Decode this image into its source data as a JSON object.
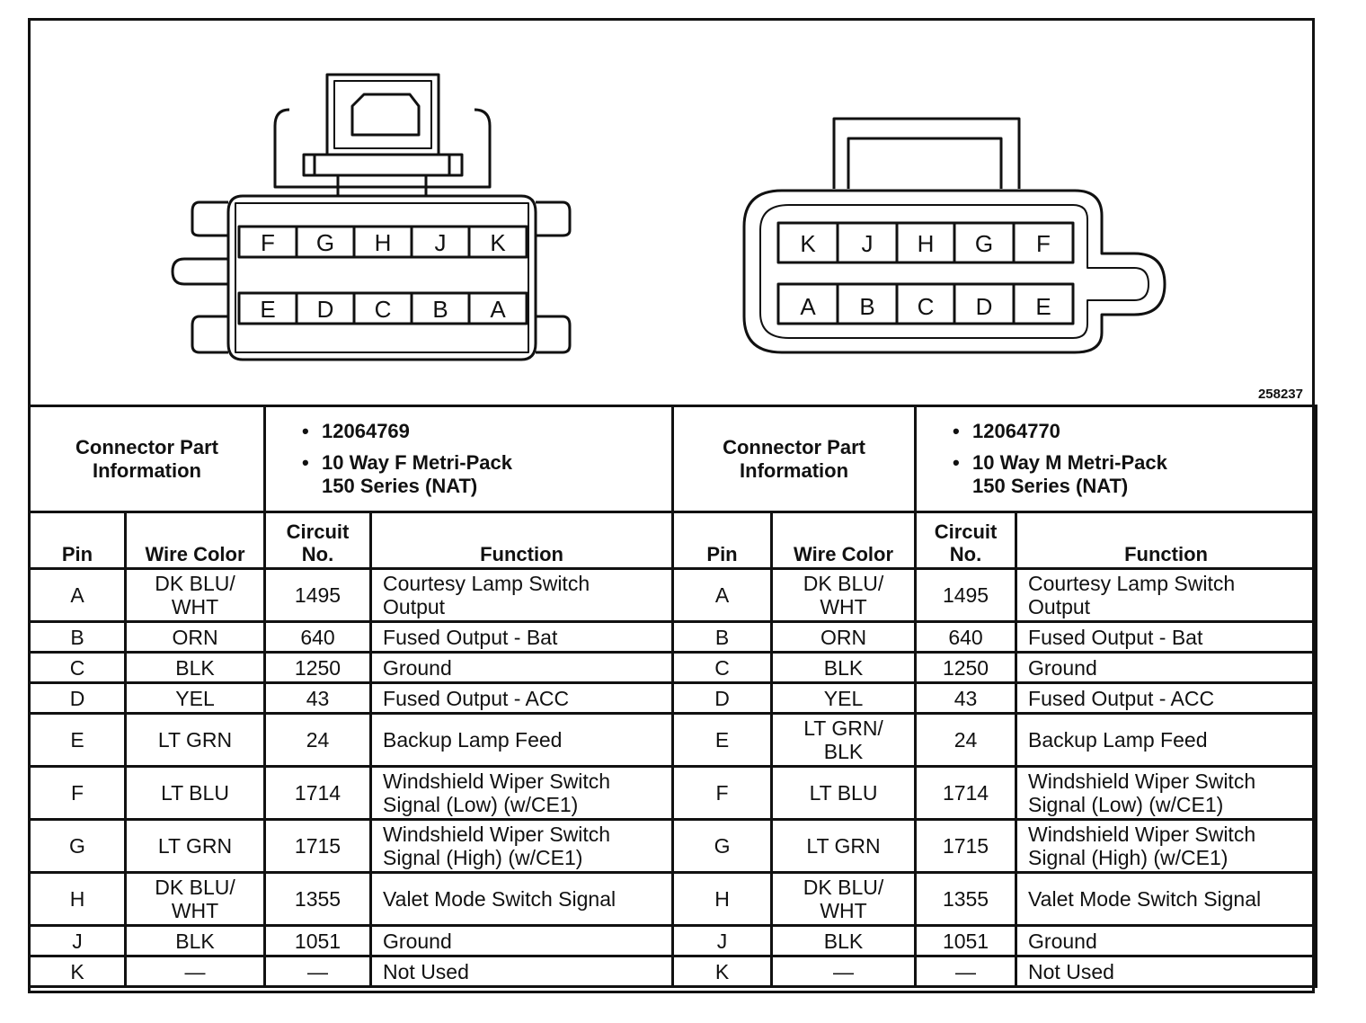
{
  "figure_number": "258237",
  "left_connector": {
    "top_row_pins": [
      "F",
      "G",
      "H",
      "J",
      "K"
    ],
    "bottom_row_pins": [
      "E",
      "D",
      "C",
      "B",
      "A"
    ]
  },
  "right_connector": {
    "top_row_pins": [
      "K",
      "J",
      "H",
      "G",
      "F"
    ],
    "bottom_row_pins": [
      "A",
      "B",
      "C",
      "D",
      "E"
    ]
  },
  "table": {
    "part_info_label_line1": "Connector Part",
    "part_info_label_line2": "Information",
    "left": {
      "part_number": "12064769",
      "description_line1": "10 Way F Metri-Pack",
      "description_line2": "150 Series (NAT)"
    },
    "right": {
      "part_number": "12064770",
      "description_line1": "10 Way M Metri-Pack",
      "description_line2": "150 Series (NAT)"
    },
    "columns": {
      "pin": "Pin",
      "wire_color": "Wire Color",
      "circuit_line1": "Circuit",
      "circuit_line2": "No.",
      "function": "Function"
    },
    "left_rows": [
      {
        "pin": "A",
        "wire1": "DK BLU/",
        "wire2": "WHT",
        "circuit": "1495",
        "func1": "Courtesy Lamp Switch",
        "func2": "Output"
      },
      {
        "pin": "B",
        "wire1": "ORN",
        "wire2": "",
        "circuit": "640",
        "func1": "Fused Output - Bat",
        "func2": ""
      },
      {
        "pin": "C",
        "wire1": "BLK",
        "wire2": "",
        "circuit": "1250",
        "func1": "Ground",
        "func2": ""
      },
      {
        "pin": "D",
        "wire1": "YEL",
        "wire2": "",
        "circuit": "43",
        "func1": "Fused Output - ACC",
        "func2": ""
      },
      {
        "pin": "E",
        "wire1": "LT GRN",
        "wire2": "",
        "circuit": "24",
        "func1": "Backup Lamp Feed",
        "func2": ""
      },
      {
        "pin": "F",
        "wire1": "LT BLU",
        "wire2": "",
        "circuit": "1714",
        "func1": "Windshield Wiper Switch",
        "func2": "Signal (Low) (w/CE1)"
      },
      {
        "pin": "G",
        "wire1": "LT GRN",
        "wire2": "",
        "circuit": "1715",
        "func1": "Windshield Wiper Switch",
        "func2": "Signal (High) (w/CE1)"
      },
      {
        "pin": "H",
        "wire1": "DK BLU/",
        "wire2": "WHT",
        "circuit": "1355",
        "func1": "Valet Mode Switch Signal",
        "func2": ""
      },
      {
        "pin": "J",
        "wire1": "BLK",
        "wire2": "",
        "circuit": "1051",
        "func1": "Ground",
        "func2": ""
      },
      {
        "pin": "K",
        "wire1": "—",
        "wire2": "",
        "circuit": "—",
        "func1": "Not Used",
        "func2": ""
      }
    ],
    "right_rows": [
      {
        "pin": "A",
        "wire1": "DK BLU/",
        "wire2": "WHT",
        "circuit": "1495",
        "func1": "Courtesy Lamp Switch",
        "func2": "Output"
      },
      {
        "pin": "B",
        "wire1": "ORN",
        "wire2": "",
        "circuit": "640",
        "func1": "Fused Output - Bat",
        "func2": ""
      },
      {
        "pin": "C",
        "wire1": "BLK",
        "wire2": "",
        "circuit": "1250",
        "func1": "Ground",
        "func2": ""
      },
      {
        "pin": "D",
        "wire1": "YEL",
        "wire2": "",
        "circuit": "43",
        "func1": "Fused Output - ACC",
        "func2": ""
      },
      {
        "pin": "E",
        "wire1": "LT GRN/",
        "wire2": "BLK",
        "circuit": "24",
        "func1": "Backup Lamp Feed",
        "func2": ""
      },
      {
        "pin": "F",
        "wire1": "LT BLU",
        "wire2": "",
        "circuit": "1714",
        "func1": "Windshield Wiper Switch",
        "func2": "Signal (Low) (w/CE1)"
      },
      {
        "pin": "G",
        "wire1": "LT GRN",
        "wire2": "",
        "circuit": "1715",
        "func1": "Windshield Wiper Switch",
        "func2": "Signal (High) (w/CE1)"
      },
      {
        "pin": "H",
        "wire1": "DK BLU/",
        "wire2": "WHT",
        "circuit": "1355",
        "func1": "Valet Mode Switch Signal",
        "func2": ""
      },
      {
        "pin": "J",
        "wire1": "BLK",
        "wire2": "",
        "circuit": "1051",
        "func1": "Ground",
        "func2": ""
      },
      {
        "pin": "K",
        "wire1": "—",
        "wire2": "",
        "circuit": "—",
        "func1": "Not Used",
        "func2": ""
      }
    ]
  }
}
